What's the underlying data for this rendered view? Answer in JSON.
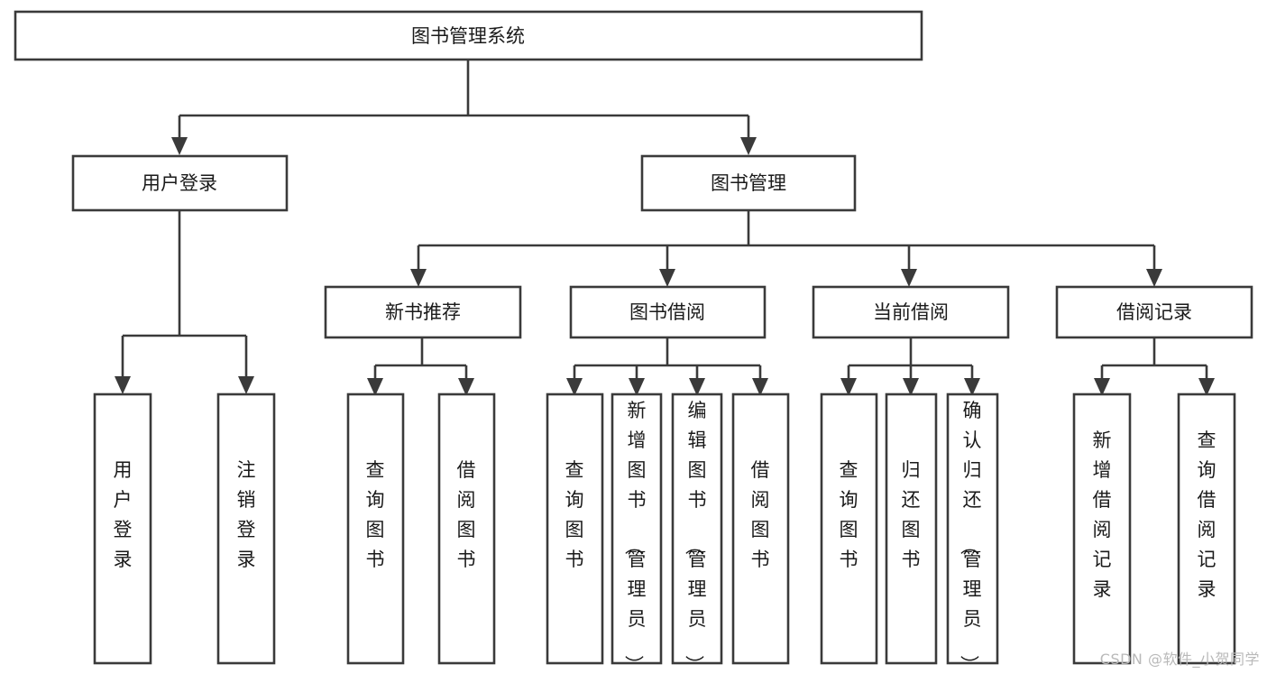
{
  "diagram": {
    "type": "tree",
    "title": "图书管理系统",
    "watermark": "CSDN @软件_小贺同学",
    "colors": {
      "stroke": "#3a3a3a",
      "fill": "#ffffff",
      "text": "#1a1a1a",
      "watermark": "#b9b9b9"
    },
    "nodes": {
      "root": {
        "label": "图书管理系统"
      },
      "level2": [
        {
          "label": "用户登录"
        },
        {
          "label": "图书管理"
        }
      ],
      "level3": [
        {
          "label": "新书推荐"
        },
        {
          "label": "图书借阅"
        },
        {
          "label": "当前借阅"
        },
        {
          "label": "借阅记录"
        }
      ],
      "leaves_user_login": [
        {
          "label": "用户登录"
        },
        {
          "label": "注销登录"
        }
      ],
      "leaves_new_book": [
        {
          "label": "查询图书"
        },
        {
          "label": "借阅图书"
        }
      ],
      "leaves_borrow": [
        {
          "label": "查询图书"
        },
        {
          "label": "新增图书（管理员）"
        },
        {
          "label": "编辑图书（管理员）"
        },
        {
          "label": "借阅图书"
        }
      ],
      "leaves_current": [
        {
          "label": "查询图书"
        },
        {
          "label": "归还图书"
        },
        {
          "label": "确认归还（管理员）"
        }
      ],
      "leaves_records": [
        {
          "label": "新增借阅记录"
        },
        {
          "label": "查询借阅记录"
        }
      ]
    }
  }
}
